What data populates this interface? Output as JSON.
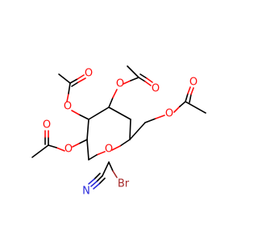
{
  "molecule": {
    "colors": {
      "bond": "#000000",
      "oxygen": "#ff0d0d",
      "nitrogen": "#2b2bdc",
      "bromine": "#a62929"
    },
    "atoms": {
      "ring_oxygen": "O",
      "ester_oxygen_1": "O",
      "carbonyl_oxygen_1": "O",
      "ester_oxygen_2": "O",
      "carbonyl_oxygen_2": "O",
      "ester_oxygen_3": "O",
      "carbonyl_oxygen_3": "O",
      "ester_oxygen_4": "O",
      "carbonyl_oxygen_4": "O",
      "nitrile_nitrogen": "N",
      "bromine": "Br"
    }
  }
}
